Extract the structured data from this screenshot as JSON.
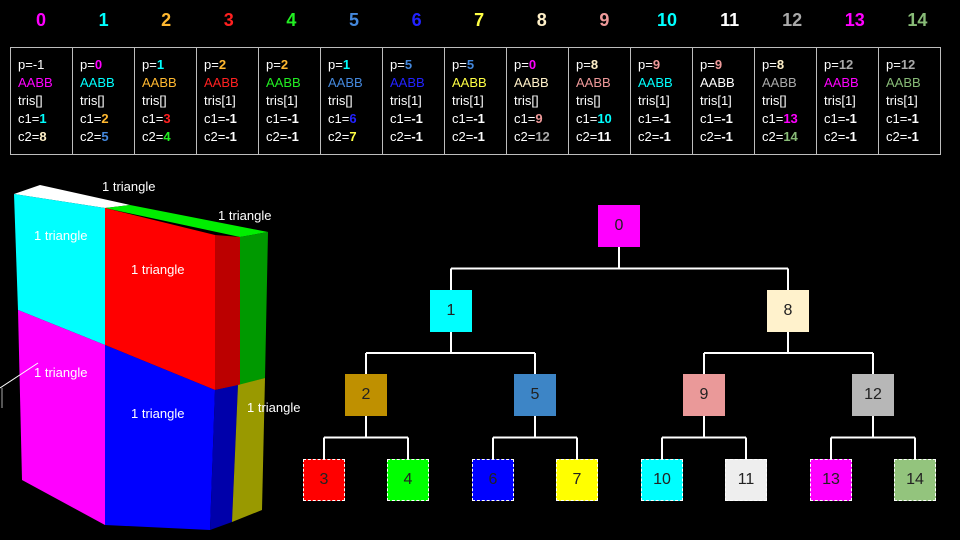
{
  "nodes": [
    {
      "id": "0",
      "color": "#ff00ff",
      "p": "-1",
      "aabb_color": "#ff00ff",
      "tris": "tris[]",
      "c1": "1",
      "c2": "8"
    },
    {
      "id": "1",
      "color": "#00ffff",
      "p": "0",
      "aabb_color": "#00ffff",
      "tris": "tris[]",
      "c1": "2",
      "c2": "5"
    },
    {
      "id": "2",
      "color": "#ffb830",
      "p": "1",
      "aabb_color": "#ffb830",
      "tris": "tris[]",
      "c1": "3",
      "c2": "4"
    },
    {
      "id": "3",
      "color": "#ff2020",
      "p": "2",
      "aabb_color": "#ff2020",
      "tris": "tris[1]",
      "c1": "-1",
      "c2": "-1"
    },
    {
      "id": "4",
      "color": "#22ee22",
      "p": "2",
      "aabb_color": "#22ee22",
      "tris": "tris[1]",
      "c1": "-1",
      "c2": "-1"
    },
    {
      "id": "5",
      "color": "#4488dd",
      "p": "1",
      "aabb_color": "#4488dd",
      "tris": "tris[]",
      "c1": "6",
      "c2": "7"
    },
    {
      "id": "6",
      "color": "#2222ff",
      "p": "5",
      "aabb_color": "#2222ff",
      "tris": "tris[1]",
      "c1": "-1",
      "c2": "-1"
    },
    {
      "id": "7",
      "color": "#ffff44",
      "p": "5",
      "aabb_color": "#ffff44",
      "tris": "tris[1]",
      "c1": "-1",
      "c2": "-1"
    },
    {
      "id": "8",
      "color": "#fff0c8",
      "p": "0",
      "aabb_color": "#fff0c8",
      "tris": "tris[]",
      "c1": "9",
      "c2": "12"
    },
    {
      "id": "9",
      "color": "#ee9999",
      "p": "8",
      "aabb_color": "#ee9999",
      "tris": "tris[]",
      "c1": "10",
      "c2": "11"
    },
    {
      "id": "10",
      "color": "#00ffff",
      "p": "9",
      "aabb_color": "#00ffff",
      "tris": "tris[1]",
      "c1": "-1",
      "c2": "-1"
    },
    {
      "id": "11",
      "color": "#ffffff",
      "p": "9",
      "aabb_color": "#ffffff",
      "tris": "tris[1]",
      "c1": "-1",
      "c2": "-1"
    },
    {
      "id": "12",
      "color": "#aaaaaa",
      "p": "8",
      "aabb_color": "#aaaaaa",
      "tris": "tris[]",
      "c1": "13",
      "c2": "14"
    },
    {
      "id": "13",
      "color": "#ff00ff",
      "p": "12",
      "aabb_color": "#ff00ff",
      "tris": "tris[1]",
      "c1": "-1",
      "c2": "-1"
    },
    {
      "id": "14",
      "color": "#88bb77",
      "p": "12",
      "aabb_color": "#88bb77",
      "tris": "tris[1]",
      "c1": "-1",
      "c2": "-1"
    }
  ],
  "labels": {
    "aabb": "AABB",
    "p_prefix": "p=",
    "c1_prefix": "c1=",
    "c2_prefix": "c2="
  },
  "tree": {
    "nodes": [
      {
        "id": "0",
        "fill": "#ff00ff",
        "leaf": false
      },
      {
        "id": "1",
        "fill": "#00ffff",
        "leaf": false
      },
      {
        "id": "8",
        "fill": "#fff2cc",
        "leaf": false
      },
      {
        "id": "2",
        "fill": "#bf9000",
        "leaf": false
      },
      {
        "id": "5",
        "fill": "#3d85c6",
        "leaf": false
      },
      {
        "id": "9",
        "fill": "#ea9999",
        "leaf": false
      },
      {
        "id": "12",
        "fill": "#b7b7b7",
        "leaf": false
      },
      {
        "id": "3",
        "fill": "#ff0000",
        "leaf": true
      },
      {
        "id": "4",
        "fill": "#00ff00",
        "leaf": true
      },
      {
        "id": "6",
        "fill": "#0000ff",
        "leaf": true
      },
      {
        "id": "7",
        "fill": "#ffff00",
        "leaf": true
      },
      {
        "id": "10",
        "fill": "#00ffff",
        "leaf": true
      },
      {
        "id": "11",
        "fill": "#eeeeee",
        "leaf": true
      },
      {
        "id": "13",
        "fill": "#ff00ff",
        "leaf": true
      },
      {
        "id": "14",
        "fill": "#93c47d",
        "leaf": true
      }
    ],
    "edges": [
      [
        "0",
        "1"
      ],
      [
        "0",
        "8"
      ],
      [
        "1",
        "2"
      ],
      [
        "1",
        "5"
      ],
      [
        "8",
        "9"
      ],
      [
        "8",
        "12"
      ],
      [
        "2",
        "3"
      ],
      [
        "2",
        "4"
      ],
      [
        "5",
        "6"
      ],
      [
        "5",
        "7"
      ],
      [
        "9",
        "10"
      ],
      [
        "9",
        "11"
      ],
      [
        "12",
        "13"
      ],
      [
        "12",
        "14"
      ]
    ]
  },
  "box_labels": [
    "1 triangle",
    "1 triangle",
    "1 triangle",
    "1 triangle",
    "1 triangle",
    "1 triangle",
    "1 triangle"
  ]
}
